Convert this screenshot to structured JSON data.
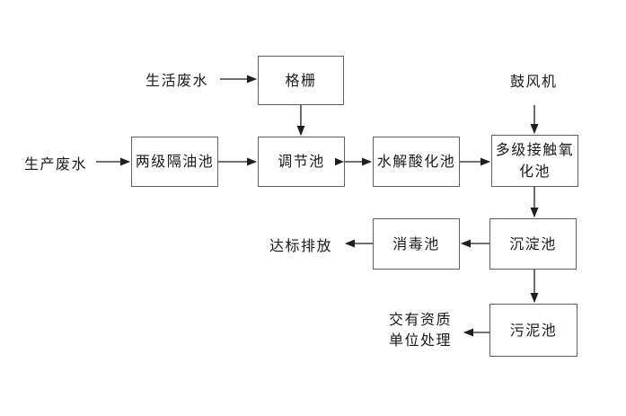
{
  "colors": {
    "bg": "#ffffff",
    "line": "#1f1f1f",
    "box_border": "#5f5f5f",
    "text": "#1a1a1a"
  },
  "nodes": {
    "grille": {
      "label": "格栅"
    },
    "two_stage_oil_separator": {
      "label": "两级隔油池"
    },
    "regulating_tank": {
      "label": "调节池"
    },
    "hydrolysis_acidification_tank": {
      "label": "水解酸化池"
    },
    "multistage_contact_oxidation_tank": {
      "label": "多级接触氧化池"
    },
    "disinfection_tank": {
      "label": "消毒池"
    },
    "sedimentation_tank": {
      "label": "沉淀池"
    },
    "sludge_tank": {
      "label": "污泥池"
    }
  },
  "annotations": {
    "domestic_wastewater": "生活废水",
    "production_wastewater": "生产废水",
    "blower": "鼓风机",
    "standard_discharge": "达标排放",
    "qualified_unit_line1": "交有资质",
    "qualified_unit_line2": "单位处理"
  }
}
